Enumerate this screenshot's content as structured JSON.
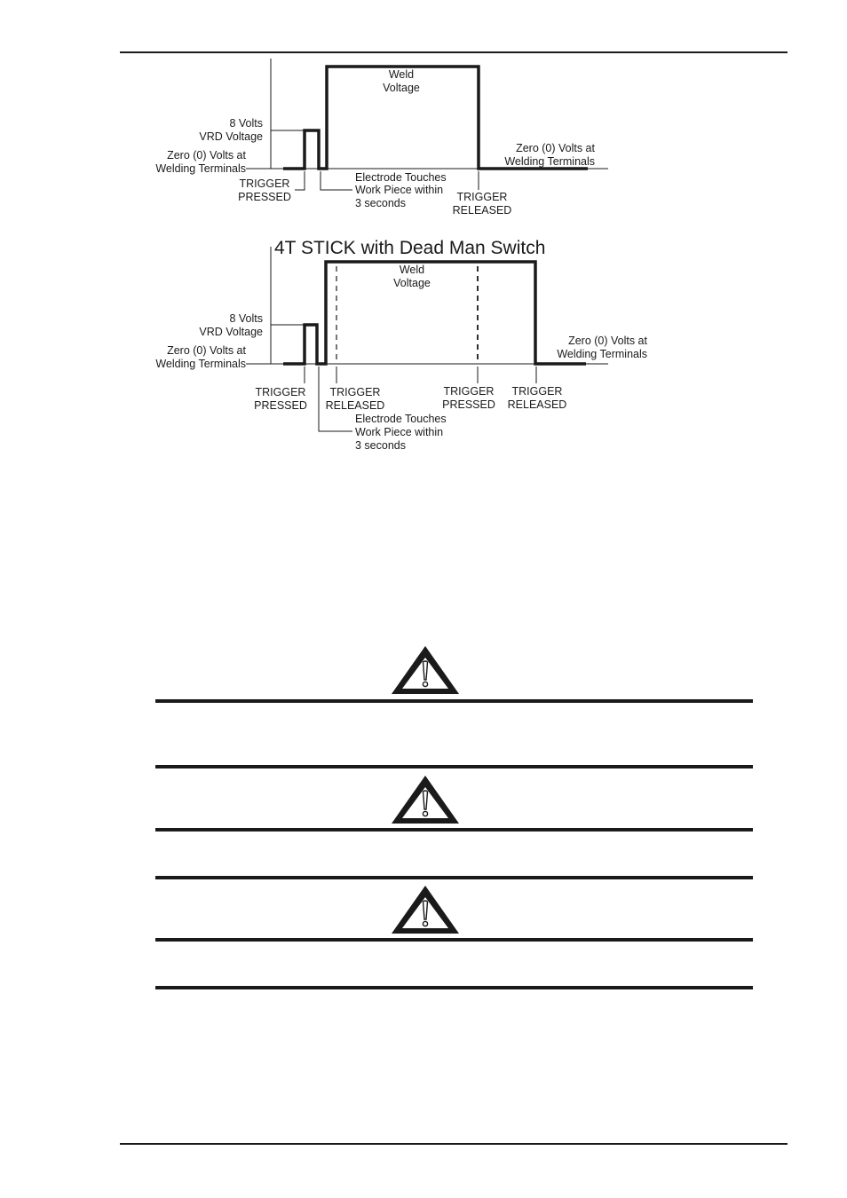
{
  "diagram_2T": {
    "labels": {
      "weld_voltage_1": "Weld",
      "weld_voltage_2": "Voltage",
      "vrd_1": "8 Volts",
      "vrd_2": "VRD Voltage",
      "zero_left_1": "Zero (0) Volts at",
      "zero_left_2": "Welding Terminals",
      "zero_right_1": "Zero (0) Volts at",
      "zero_right_2": "Welding Terminals",
      "trigger_pressed_1": "TRIGGER",
      "trigger_pressed_2": "PRESSED",
      "electrode_1": "Electrode Touches",
      "electrode_2": "Work Piece within",
      "electrode_3": "3 seconds",
      "trigger_released_1": "TRIGGER",
      "trigger_released_2": "RELEASED"
    }
  },
  "diagram_4T": {
    "title": "4T STICK with Dead Man Switch",
    "labels": {
      "weld_voltage_1": "Weld",
      "weld_voltage_2": "Voltage",
      "vrd_1": "8 Volts",
      "vrd_2": "VRD Voltage",
      "zero_left_1": "Zero (0) Volts at",
      "zero_left_2": "Welding Terminals",
      "zero_right_1": "Zero (0) Volts at",
      "zero_right_2": "Welding Terminals",
      "trigger_pressed_a_1": "TRIGGER",
      "trigger_pressed_a_2": "PRESSED",
      "trigger_released_a_1": "TRIGGER",
      "trigger_released_a_2": "RELEASED",
      "trigger_pressed_b_1": "TRIGGER",
      "trigger_pressed_b_2": "PRESSED",
      "trigger_released_b_1": "TRIGGER",
      "trigger_released_b_2": "RELEASED",
      "electrode_1": "Electrode Touches",
      "electrode_2": "Work Piece within",
      "electrode_3": "3 seconds"
    }
  },
  "warnings": {
    "count": 3,
    "icon": "warning-triangle-icon"
  }
}
